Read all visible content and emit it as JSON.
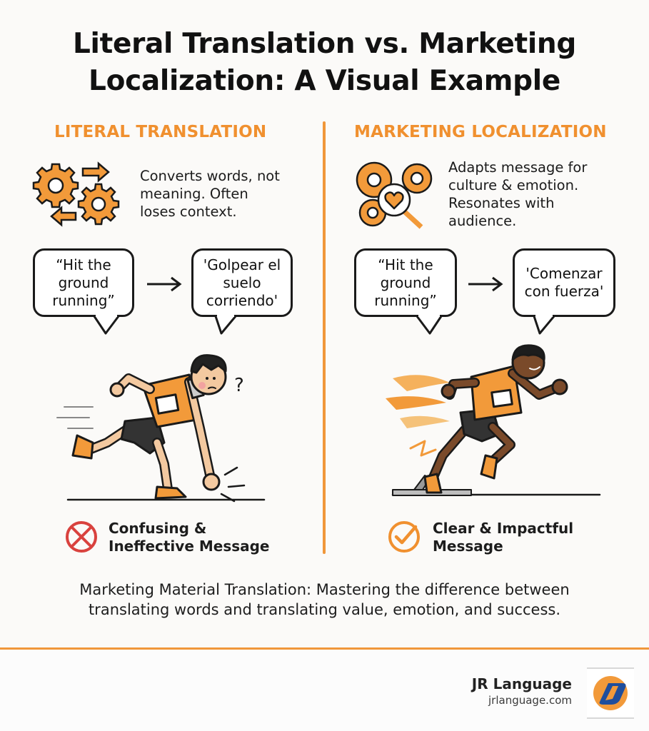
{
  "title": {
    "line1": "Literal Translation vs. Marketing",
    "line2": "Localization: A Visual Example"
  },
  "left": {
    "heading": "LITERAL TRANSLATION",
    "description": [
      "Converts words, not",
      "meaning. Often",
      "loses context."
    ],
    "source_bubble": [
      "“Hit the",
      "ground",
      "running”"
    ],
    "target_bubble": [
      "'Golpear el",
      "suelo",
      "corriendo'"
    ],
    "result": [
      "Confusing &",
      "Ineffective Message"
    ],
    "icon": "gears-arrows-icon",
    "result_icon": "x-circle-icon",
    "figure": "confused-runner-illustration"
  },
  "right": {
    "heading": "MARKETING LOCALIZATION",
    "description": [
      "Adapts message for",
      "culture & emotion.",
      "Resonates with",
      "audience."
    ],
    "source_bubble": [
      "“Hit the",
      "ground",
      "running”"
    ],
    "target_bubble": [
      "'Comenzar",
      "con fuerza'"
    ],
    "result": [
      "Clear & Impactful",
      "Message"
    ],
    "icon": "gears-heart-magnifier-icon",
    "result_icon": "check-circle-icon",
    "figure": "sprinter-illustration"
  },
  "tagline": [
    "Marketing Material Translation: Mastering the difference between",
    "translating words and translating value, emotion, and success."
  ],
  "brand": {
    "name": "JR Language",
    "url": "jrlanguage.com"
  },
  "colors": {
    "accent": "#f0902f",
    "error": "#d9423e",
    "text": "#111111",
    "logo_blue": "#1f4e9c"
  }
}
